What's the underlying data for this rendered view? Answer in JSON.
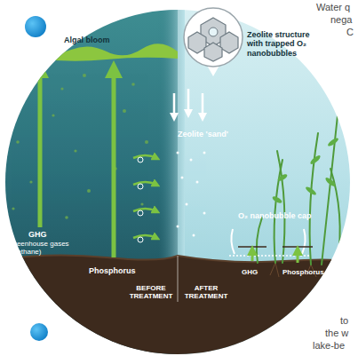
{
  "diagram": {
    "labels": [
      "Water q",
      "nega",
      "C",
      "Algal bloom",
      "Zeolite structure with trapped O₂ nanobubbles",
      "Zeolite 'sand'",
      "O₂ nanobubble cap",
      "GHG",
      "Greenhouse gases (methane)",
      "Phosphorus",
      "BEFORE TREATMENT",
      "AFTER TREATMENT",
      "GHG",
      "Phosphorus",
      "to",
      "the w",
      "lake-be"
    ]
  }
}
